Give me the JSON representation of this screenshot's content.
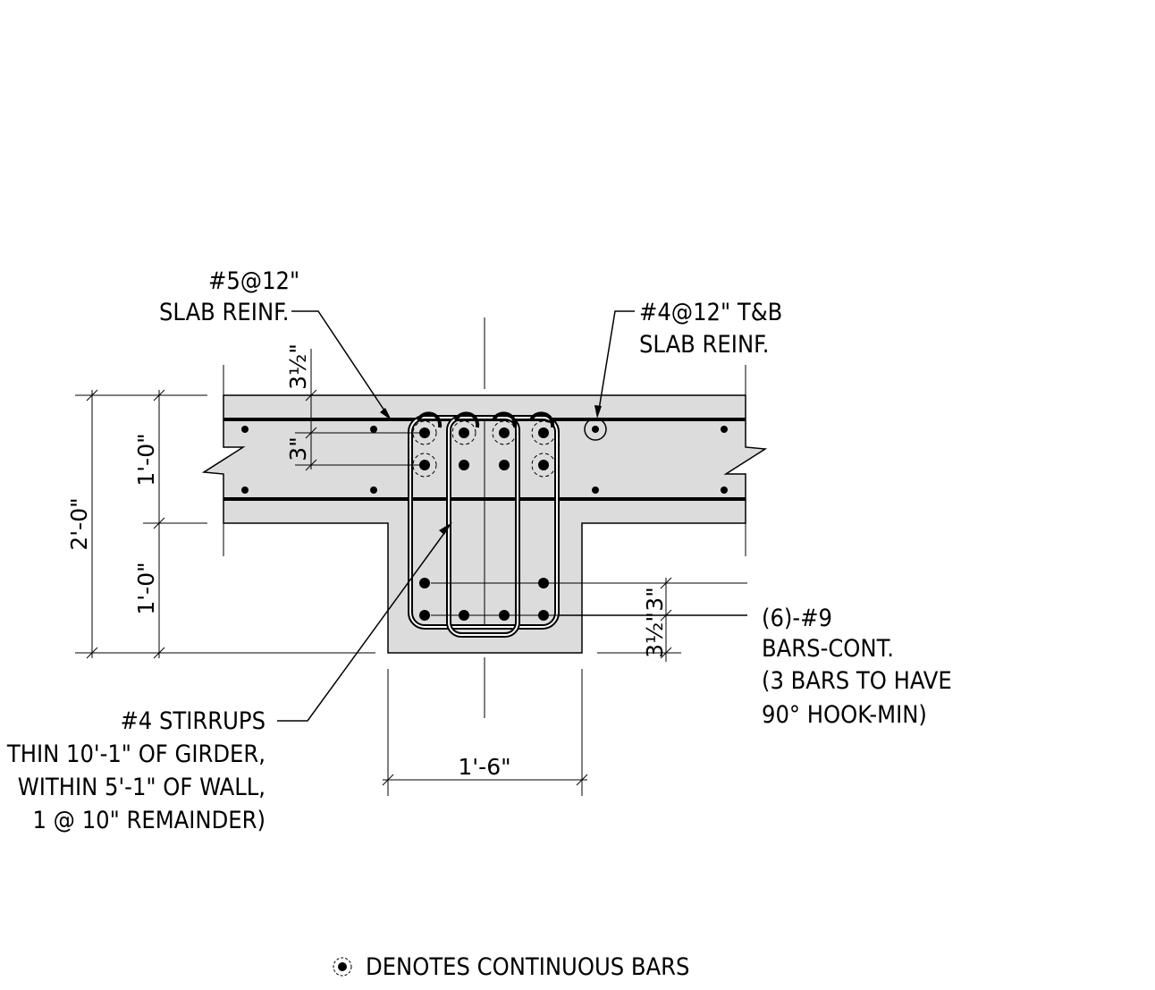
{
  "labels": {
    "slab_reinf_1_line1": "#5@12\"",
    "slab_reinf_1_line2": "SLAB REINF.",
    "slab_reinf_2_line1": "#4@12\" T&B",
    "slab_reinf_2_line2": "SLAB REINF.",
    "bars_cont": [
      "(6)-#9",
      "BARS-CONT.",
      "(3 BARS TO HAVE",
      "90° HOOK-MIN)"
    ],
    "stirrups": [
      "#4 STIRRUPS",
      "THIN 10'-1\" OF GIRDER,",
      "WITHIN 5'-1\" OF WALL,",
      "1 @ 10\" REMAINDER)"
    ],
    "legend": "DENOTES CONTINUOUS BARS"
  },
  "dimensions": {
    "overall_depth": "2'-0\"",
    "slab_depth": "1'-0\"",
    "web_depth": "1'-0\"",
    "web_width": "1'-6\"",
    "top_cover": "3½\"",
    "top_spacing": "3\"",
    "bottom_spacing": "3\"",
    "bottom_cover": "3½\""
  }
}
